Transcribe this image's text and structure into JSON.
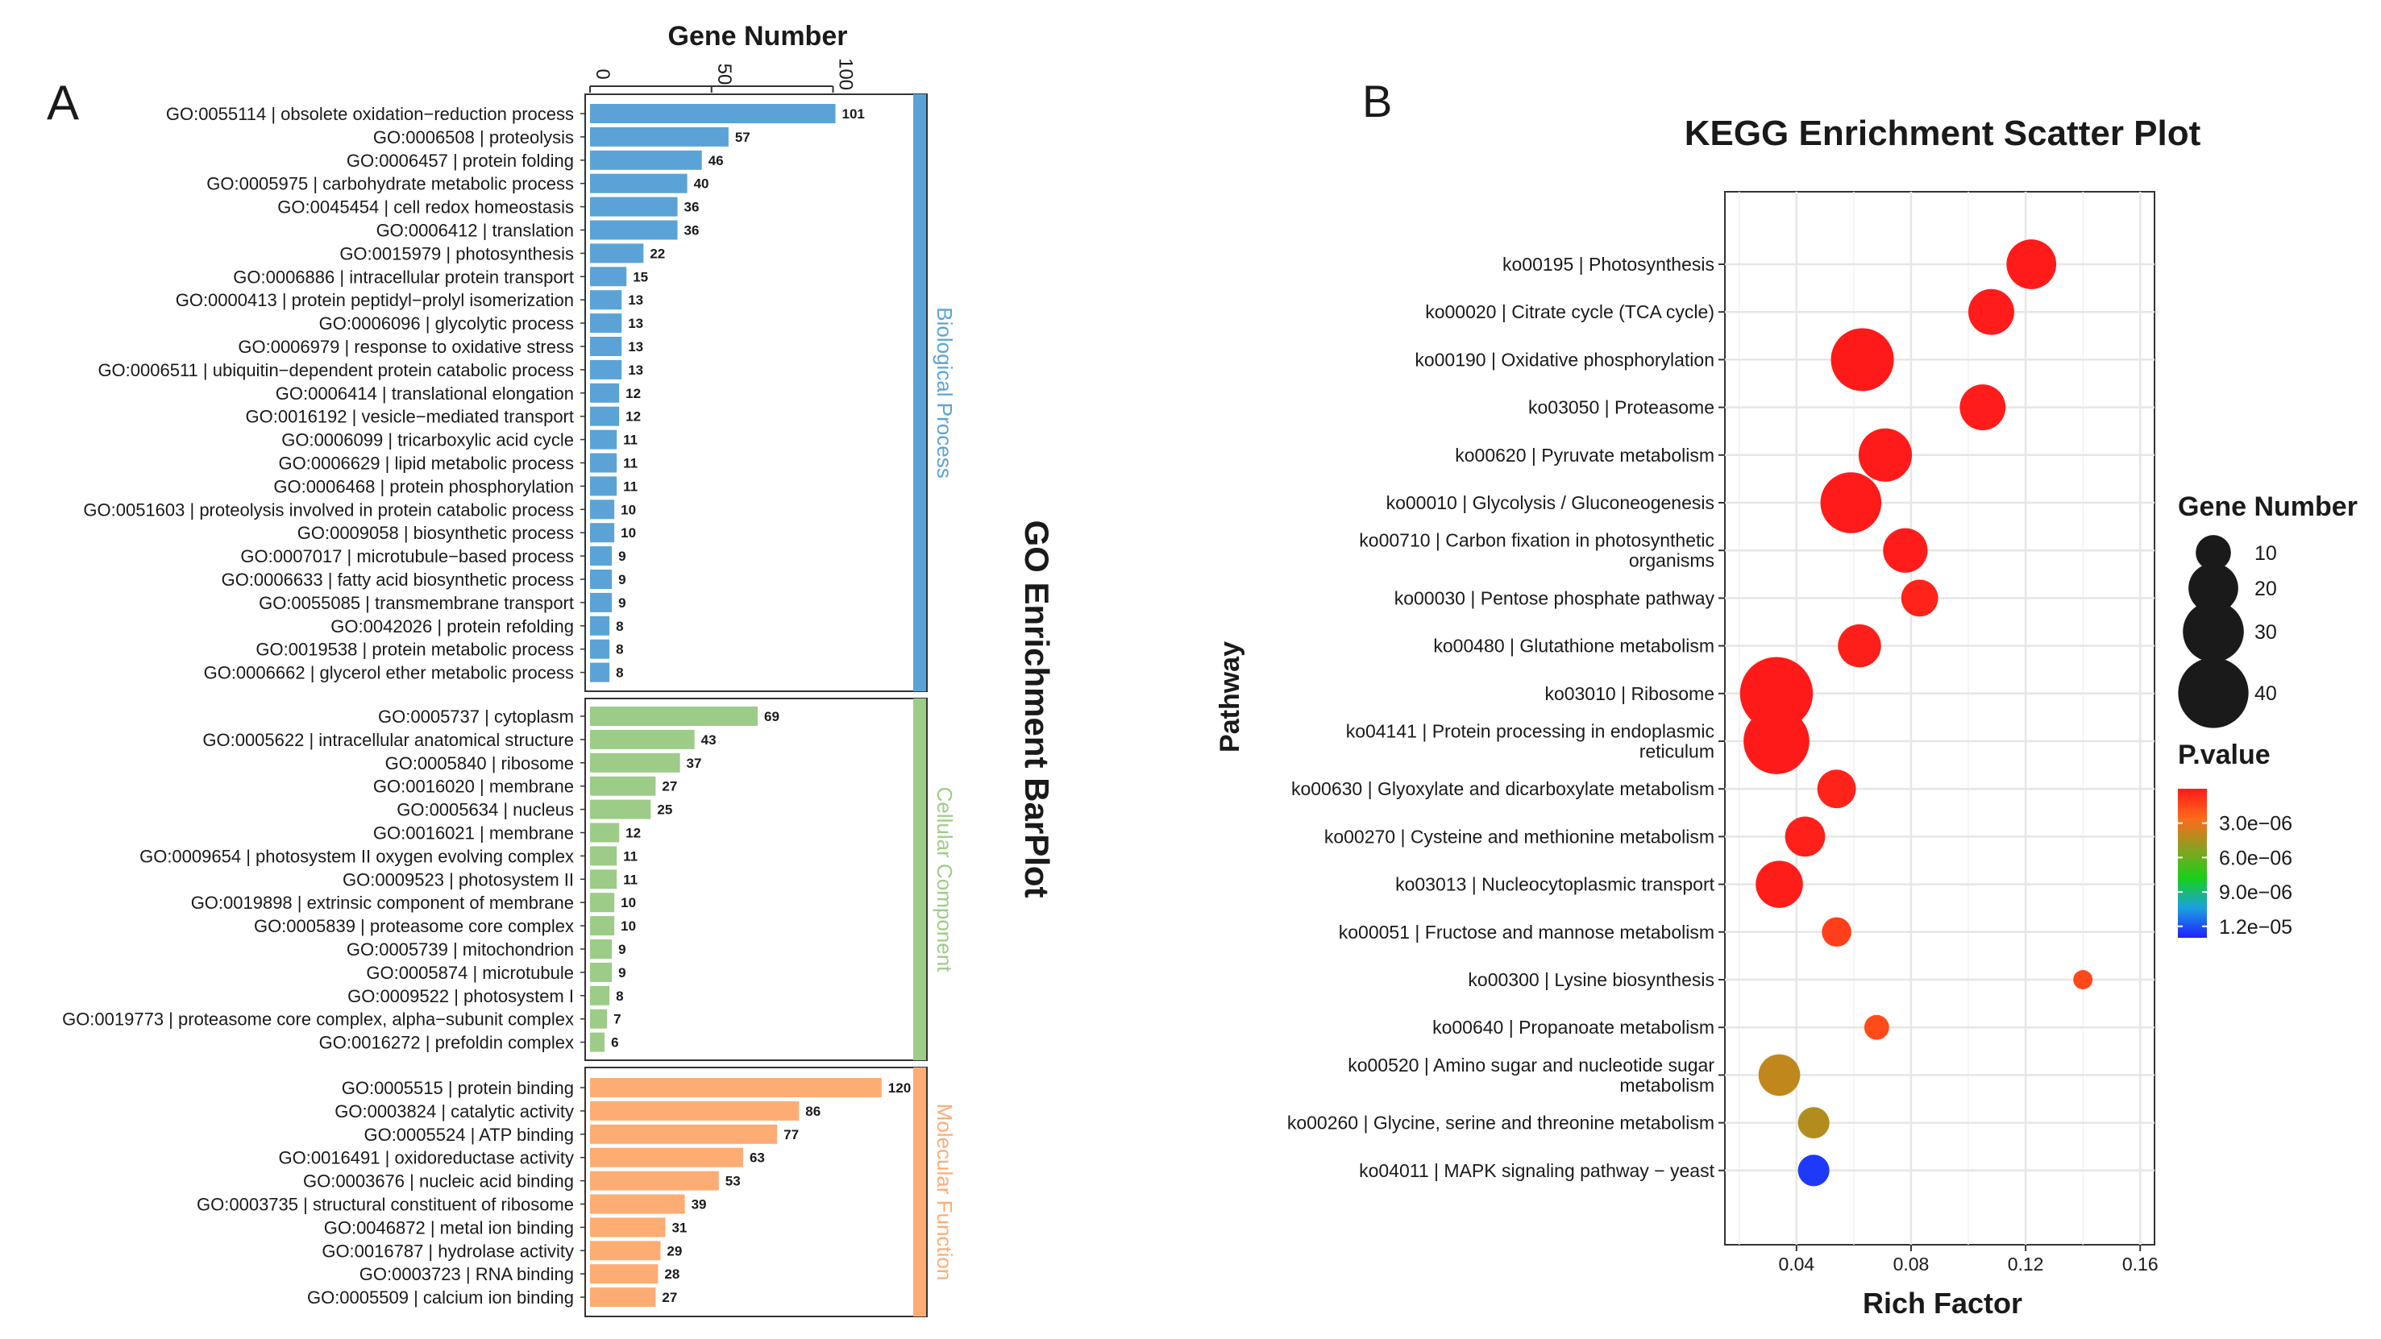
{
  "panel_a": {
    "letter": "A",
    "axis_title": "Gene Number",
    "side_title": "GO Enrichment BarPlot"
  },
  "panel_b": {
    "letter": "B"
  },
  "chart_data": [
    {
      "type": "bar",
      "orientation": "horizontal",
      "xlabel": "Gene Number",
      "xlim": [
        0,
        133
      ],
      "xticks": [
        0,
        50,
        100
      ],
      "groups": [
        {
          "name": "Biological Process",
          "color": "#5ba3d6",
          "categories": [
            "GO:0055114 | obsolete oxidation−reduction process",
            "GO:0006508 | proteolysis",
            "GO:0006457 | protein folding",
            "GO:0005975 | carbohydrate metabolic process",
            "GO:0045454 | cell redox homeostasis",
            "GO:0006412 | translation",
            "GO:0015979 | photosynthesis",
            "GO:0006886 | intracellular protein transport",
            "GO:0000413 | protein peptidyl−prolyl isomerization",
            "GO:0006096 | glycolytic process",
            "GO:0006979 | response to oxidative stress",
            "GO:0006511 | ubiquitin−dependent protein catabolic process",
            "GO:0006414 | translational elongation",
            "GO:0016192 | vesicle−mediated transport",
            "GO:0006099 | tricarboxylic acid cycle",
            "GO:0006629 | lipid metabolic process",
            "GO:0006468 | protein phosphorylation",
            "GO:0051603 | proteolysis involved in protein catabolic process",
            "GO:0009058 | biosynthetic process",
            "GO:0007017 | microtubule−based process",
            "GO:0006633 | fatty acid biosynthetic process",
            "GO:0055085 | transmembrane transport",
            "GO:0042026 | protein refolding",
            "GO:0019538 | protein metabolic process",
            "GO:0006662 | glycerol ether metabolic process"
          ],
          "values": [
            101,
            57,
            46,
            40,
            36,
            36,
            22,
            15,
            13,
            13,
            13,
            13,
            12,
            12,
            11,
            11,
            11,
            10,
            10,
            9,
            9,
            9,
            8,
            8,
            8
          ]
        },
        {
          "name": "Cellular Component",
          "color": "#9ccc87",
          "categories": [
            "GO:0005737 | cytoplasm",
            "GO:0005622 | intracellular anatomical structure",
            "GO:0005840 | ribosome",
            "GO:0016020 | membrane",
            "GO:0005634 | nucleus",
            "GO:0016021 | membrane",
            "GO:0009654 | photosystem II oxygen evolving complex",
            "GO:0009523 | photosystem II",
            "GO:0019898 | extrinsic component of membrane",
            "GO:0005839 | proteasome core complex",
            "GO:0005739 | mitochondrion",
            "GO:0005874 | microtubule",
            "GO:0009522 | photosystem I",
            "GO:0019773 | proteasome core complex, alpha−subunit complex",
            "GO:0016272 | prefoldin complex"
          ],
          "values": [
            69,
            43,
            37,
            27,
            25,
            12,
            11,
            11,
            10,
            10,
            9,
            9,
            8,
            7,
            6
          ]
        },
        {
          "name": "Molecular Function",
          "color": "#fdac74",
          "categories": [
            "GO:0005515 | protein binding",
            "GO:0003824 | catalytic activity",
            "GO:0005524 | ATP binding",
            "GO:0016491 | oxidoreductase activity",
            "GO:0003676 | nucleic acid binding",
            "GO:0003735 | structural constituent of ribosome",
            "GO:0046872 | metal ion binding",
            "GO:0016787 | hydrolase activity",
            "GO:0003723 | RNA binding",
            "GO:0005509 | calcium ion binding"
          ],
          "values": [
            120,
            86,
            77,
            63,
            53,
            39,
            31,
            29,
            28,
            27
          ]
        }
      ]
    },
    {
      "type": "scatter",
      "title": "KEGG Enrichment Scatter Plot",
      "xlabel": "Rich Factor",
      "ylabel": "Pathway",
      "xlim": [
        0.015,
        0.165
      ],
      "xticks": [
        0.04,
        0.08,
        0.12,
        0.16
      ],
      "xtick_labels": [
        "0.04",
        "0.08",
        "0.12",
        "0.16"
      ],
      "grid": true,
      "legend_position": "right",
      "size_legend": {
        "title": "Gene Number",
        "values": [
          10,
          20,
          30,
          40
        ],
        "labels": [
          "10",
          "20",
          "30",
          "40"
        ]
      },
      "color_legend": {
        "title": "P.value",
        "min": 0,
        "max": 1.3e-05,
        "ticks": [
          3e-06,
          6e-06,
          9e-06,
          1.2e-05
        ],
        "tick_labels": [
          "3.0e−06",
          "6.0e−06",
          "9.0e−06",
          "1.2e−05"
        ],
        "colors": [
          "#ff1a1a",
          "#ff6a1a",
          "#8aa020",
          "#18d018",
          "#1aa0e0",
          "#2020ff"
        ]
      },
      "points": [
        {
          "label": "ko00195 | Photosynthesis",
          "lines": [
            "ko00195 | Photosynthesis"
          ],
          "x": 0.122,
          "size": 20,
          "pvalue": 2e-08
        },
        {
          "label": "ko00020 | Citrate cycle (TCA cycle)",
          "lines": [
            "ko00020 | Citrate cycle (TCA cycle)"
          ],
          "x": 0.108,
          "size": 17,
          "pvalue": 5e-08
        },
        {
          "label": "ko00190 | Oxidative phosphorylation",
          "lines": [
            "ko00190 | Oxidative phosphorylation"
          ],
          "x": 0.063,
          "size": 32,
          "pvalue": 1e-09
        },
        {
          "label": "ko03050 | Proteasome",
          "lines": [
            "ko03050 | Proteasome"
          ],
          "x": 0.105,
          "size": 17,
          "pvalue": 6e-08
        },
        {
          "label": "ko00620 | Pyruvate metabolism",
          "lines": [
            "ko00620 | Pyruvate metabolism"
          ],
          "x": 0.071,
          "size": 23,
          "pvalue": 3e-08
        },
        {
          "label": "ko00010 | Glycolysis / Gluconeogenesis",
          "lines": [
            "ko00010 | Glycolysis / Gluconeogenesis"
          ],
          "x": 0.059,
          "size": 30,
          "pvalue": 2e-08
        },
        {
          "label": "ko00710 | Carbon fixation in photosynthetic organisms",
          "lines": [
            "ko00710 | Carbon fixation in photosynthetic",
            "organisms"
          ],
          "x": 0.078,
          "size": 16,
          "pvalue": 8e-08
        },
        {
          "label": "ko00030 | Pentose phosphate pathway",
          "lines": [
            "ko00030 | Pentose phosphate pathway"
          ],
          "x": 0.083,
          "size": 11,
          "pvalue": 3e-07
        },
        {
          "label": "ko00480 | Glutathione metabolism",
          "lines": [
            "ko00480 | Glutathione metabolism"
          ],
          "x": 0.062,
          "size": 15,
          "pvalue": 1.5e-07
        },
        {
          "label": "ko03010 | Ribosome",
          "lines": [
            "ko03010 | Ribosome"
          ],
          "x": 0.033,
          "size": 43,
          "pvalue": 1e-09
        },
        {
          "label": "ko04141 | Protein processing in endoplasmic reticulum",
          "lines": [
            "ko04141 | Protein processing in endoplasmic",
            "reticulum"
          ],
          "x": 0.033,
          "size": 35,
          "pvalue": 2e-09
        },
        {
          "label": "ko00630 | Glyoxylate and dicarboxylate metabolism",
          "lines": [
            "ko00630 | Glyoxylate and dicarboxylate metabolism"
          ],
          "x": 0.054,
          "size": 12,
          "pvalue": 3e-07
        },
        {
          "label": "ko00270 | Cysteine and methionine metabolism",
          "lines": [
            "ko00270 | Cysteine and methionine metabolism"
          ],
          "x": 0.043,
          "size": 13,
          "pvalue": 2e-07
        },
        {
          "label": "ko03013 | Nucleocytoplasmic transport",
          "lines": [
            "ko03013 | Nucleocytoplasmic transport"
          ],
          "x": 0.034,
          "size": 18,
          "pvalue": 1e-07
        },
        {
          "label": "ko00051 | Fructose and mannose metabolism",
          "lines": [
            "ko00051 | Fructose and mannose metabolism"
          ],
          "x": 0.054,
          "size": 7,
          "pvalue": 1.2e-06
        },
        {
          "label": "ko00300 | Lysine biosynthesis",
          "lines": [
            "ko00300 | Lysine biosynthesis"
          ],
          "x": 0.14,
          "size": 3,
          "pvalue": 1.5e-06
        },
        {
          "label": "ko00640 | Propanoate metabolism",
          "lines": [
            "ko00640 | Propanoate metabolism"
          ],
          "x": 0.068,
          "size": 5,
          "pvalue": 1.6e-06
        },
        {
          "label": "ko00520 | Amino sugar and nucleotide sugar metabolism",
          "lines": [
            "ko00520 | Amino sugar and nucleotide sugar",
            "metabolism"
          ],
          "x": 0.034,
          "size": 14,
          "pvalue": 4e-06
        },
        {
          "label": "ko00260 | Glycine, serine and threonine metabolism",
          "lines": [
            "ko00260 | Glycine, serine and threonine metabolism"
          ],
          "x": 0.046,
          "size": 8,
          "pvalue": 4.3e-06
        },
        {
          "label": "ko04011 | MAPK signaling pathway − yeast",
          "lines": [
            "ko04011 | MAPK signaling pathway − yeast"
          ],
          "x": 0.046,
          "size": 8,
          "pvalue": 1.25e-05
        }
      ]
    }
  ]
}
